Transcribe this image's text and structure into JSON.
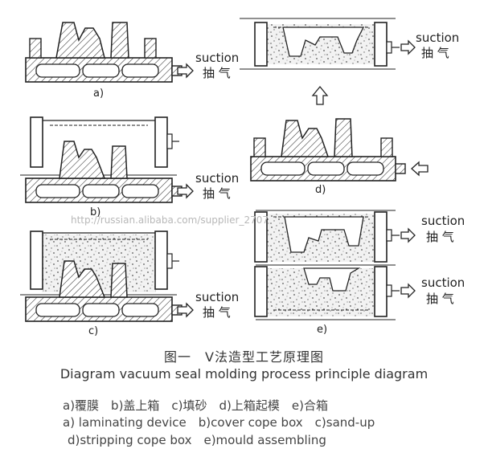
{
  "diagram": {
    "panel_labels": [
      "a)",
      "b)",
      "c)",
      "d)",
      "e)"
    ],
    "suction_en": "suction",
    "suction_cn": "抽 气",
    "title_cn": "图一　V法造型工艺原理图",
    "title_en": "Diagram   vacuum seal molding process principle diagram",
    "legend": {
      "cn_line": "a)覆膜　b)盖上箱　c)填砂　d)上箱起模　e)合箱",
      "en_line1": "a) laminating device　b)cover cope box　c)sand-up",
      "en_line2": "d)stripping cope box　e)mould assembling"
    },
    "watermark": "http://russian.alibaba.com/supplier_2707"
  }
}
